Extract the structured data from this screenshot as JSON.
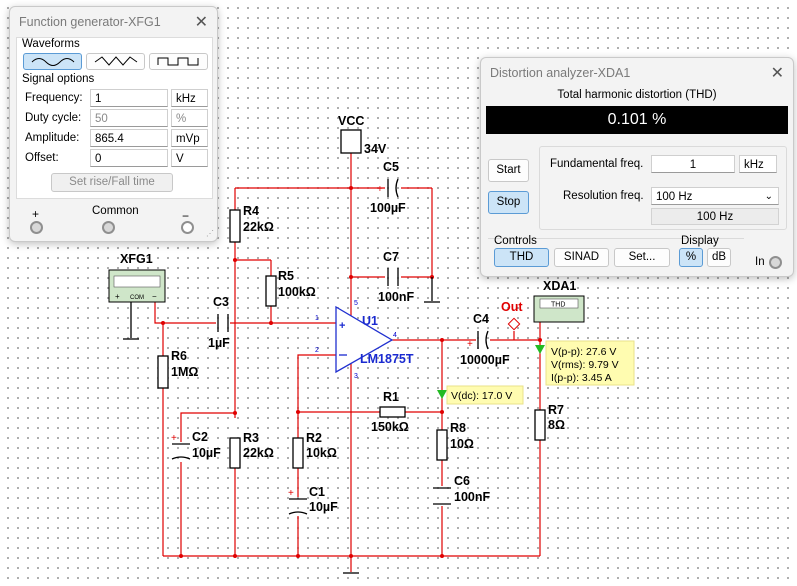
{
  "function_generator": {
    "title": "Function generator-XFG1",
    "waveforms_label": "Waveforms",
    "signal_options_label": "Signal options",
    "frequency_label": "Frequency:",
    "frequency_value": "1",
    "frequency_unit": "kHz",
    "duty_label": "Duty cycle:",
    "duty_value": "50",
    "duty_unit": "%",
    "amplitude_label": "Amplitude:",
    "amplitude_value": "865.4",
    "amplitude_unit": "mVp",
    "offset_label": "Offset:",
    "offset_value": "0",
    "offset_unit": "V",
    "rise_fall_button": "Set rise/Fall time",
    "terminal_plus": "+",
    "terminal_common": "Common",
    "terminal_minus": "−"
  },
  "distortion_analyzer": {
    "title": "Distortion analyzer-XDA1",
    "thd_header": "Total harmonic distortion (THD)",
    "thd_value": "0.101 %",
    "start_button": "Start",
    "stop_button": "Stop",
    "fundamental_label": "Fundamental freq.",
    "fundamental_value": "1",
    "fundamental_unit": "kHz",
    "resolution_label": "Resolution freq.",
    "resolution_selected": "100 Hz",
    "resolution_readout": "100 Hz",
    "controls_label": "Controls",
    "thd_button": "THD",
    "sinad_button": "SINAD",
    "set_button": "Set...",
    "display_label": "Display",
    "percent_button": "%",
    "db_button": "dB",
    "in_label": "In"
  },
  "schematic": {
    "vcc_label": "VCC",
    "vcc_voltage": "34V",
    "xfg1_label": "XFG1",
    "xfg1_plus": "+",
    "xfg1_com": "COM",
    "xfg1_minus": "−",
    "xda1_label": "XDA1",
    "xda1_screen": "THD",
    "out_label": "Out",
    "u1_label": "U1",
    "u1_part": "LM1875T",
    "pin1": "1",
    "pin2": "2",
    "pin3": "3",
    "pin4": "4",
    "pin5": "5",
    "r1_label": "R1",
    "r1_value": "150kΩ",
    "r2_label": "R2",
    "r2_value": "10kΩ",
    "r3_label": "R3",
    "r3_value": "22kΩ",
    "r4_label": "R4",
    "r4_value": "22kΩ",
    "r5_label": "R5",
    "r5_value": "100kΩ",
    "r6_label": "R6",
    "r6_value": "1MΩ",
    "r7_label": "R7",
    "r7_value": "8Ω",
    "r8_label": "R8",
    "r8_value": "10Ω",
    "c1_label": "C1",
    "c1_value": "10µF",
    "c2_label": "C2",
    "c2_value": "10µF",
    "c3_label": "C3",
    "c3_value": "1µF",
    "c4_label": "C4",
    "c4_value": "10000µF",
    "c5_label": "C5",
    "c5_value": "100µF",
    "c6_label": "C6",
    "c6_value": "100nF",
    "c7_label": "C7",
    "c7_value": "100nF",
    "probe_dc": "V(dc): 17.0 V",
    "probe_vpp": "V(p-p): 27.6 V",
    "probe_vrms": "V(rms): 9.79 V",
    "probe_ipp": "I(p-p): 3.45 A",
    "polarity_plus": "+"
  },
  "colors": {
    "wire": "#e00000",
    "opamp": "#1a2ad0",
    "probe_bg": "#fffcb0",
    "selected": "#cce4f7"
  }
}
